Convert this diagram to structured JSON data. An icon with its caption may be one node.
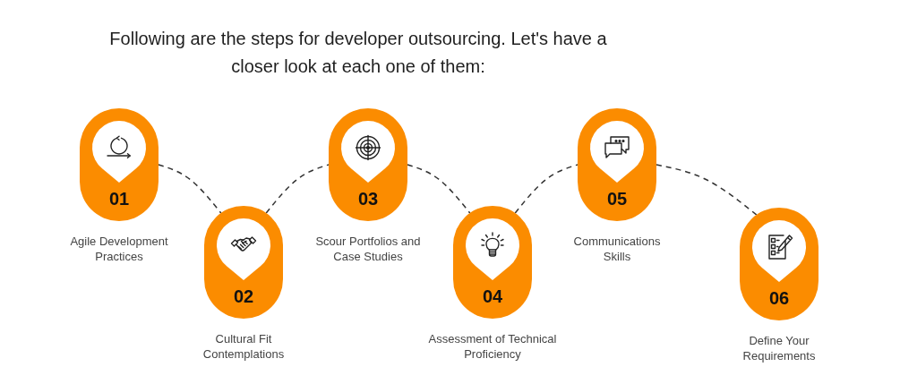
{
  "diagram": {
    "title": "Following are the steps for developer outsourcing. Let's have a closer look at each one of them:",
    "nodes": [
      {
        "text": [
          "01"
        ],
        "beside": [
          "Agile Development Practices"
        ]
      },
      {
        "text": [
          "02"
        ],
        "beside": [
          "Cultural Fit Contemplations"
        ]
      },
      {
        "text": [
          "03"
        ],
        "beside": [
          "Scour Portfolios and Case Studies"
        ]
      },
      {
        "text": [
          "04"
        ],
        "beside": [
          "Assessment of Technical Proficiency"
        ]
      },
      {
        "text": [
          "05"
        ],
        "beside": [
          "Communications Skills"
        ]
      },
      {
        "text": [
          "06"
        ],
        "beside": [
          "Define Your Requirements"
        ]
      }
    ],
    "edges": [
      {
        "from": 0,
        "to": 1,
        "arrow": "none",
        "style": "dashed"
      },
      {
        "from": 1,
        "to": 2,
        "arrow": "none",
        "style": "dashed"
      },
      {
        "from": 2,
        "to": 3,
        "arrow": "none",
        "style": "dashed"
      },
      {
        "from": 3,
        "to": 4,
        "arrow": "none",
        "style": "dashed"
      },
      {
        "from": 4,
        "to": 5,
        "arrow": "none",
        "style": "dashed"
      }
    ]
  }
}
